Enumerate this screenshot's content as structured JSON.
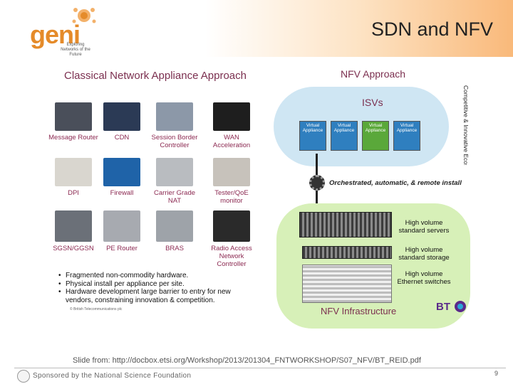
{
  "header": {
    "logo_word": "geni",
    "logo_tagline": "Exploring Networks of the Future",
    "title": "SDN and NFV"
  },
  "figure": {
    "left_title": "Classical Network Appliance Approach",
    "right_title": "NFV Approach",
    "devices": [
      {
        "label": "Message Router",
        "icon": "rack-device-icon"
      },
      {
        "label": "CDN",
        "icon": "rack-device-icon"
      },
      {
        "label": "Session Border Controller",
        "icon": "rack-device-icon"
      },
      {
        "label": "WAN Acceleration",
        "icon": "rack-device-icon"
      },
      {
        "label": "DPI",
        "icon": "rack-device-icon"
      },
      {
        "label": "Firewall",
        "icon": "rack-device-icon"
      },
      {
        "label": "Carrier Grade NAT",
        "icon": "rack-device-icon"
      },
      {
        "label": "Tester/QoE monitor",
        "icon": "rack-device-icon"
      },
      {
        "label": "SGSN/GGSN",
        "icon": "rack-device-icon"
      },
      {
        "label": "PE Router",
        "icon": "rack-device-icon"
      },
      {
        "label": "BRAS",
        "icon": "rack-device-icon"
      },
      {
        "label": "Radio Access Network Controller",
        "icon": "rack-device-icon"
      }
    ],
    "bullets": [
      "Fragmented non-commodity hardware.",
      "Physical install per appliance per site.",
      "Hardware development large barrier to entry for new vendors, constraining innovation & competition."
    ],
    "copyright": "© British Telecommunications plc",
    "isv_title": "ISVs",
    "virtual_appliance_label": "Virtual Appliance",
    "vertical_label": "Competitive & Innovative Ecosystem",
    "orchestration": "Orchestrated, automatic, & remote install",
    "infra_labels": [
      "High volume standard servers",
      "High volume standard storage",
      "High volume Ethernet switches"
    ],
    "infra_title": "NFV Infrastructure",
    "bt_logo": "BT"
  },
  "source": "Slide from: http://docbox.etsi.org/Workshop/2013/201304_FNTWORKSHOP/S07_NFV/BT_REID.pdf",
  "footer": {
    "sponsor": "Sponsored by the National Science Foundation",
    "page_number": "9"
  },
  "colors": {
    "accent_orange": "#e58b2a",
    "figure_heading": "#7b2f4f",
    "isv_cloud": "#cfe6f3",
    "infra_cloud": "#d7f0b8"
  }
}
